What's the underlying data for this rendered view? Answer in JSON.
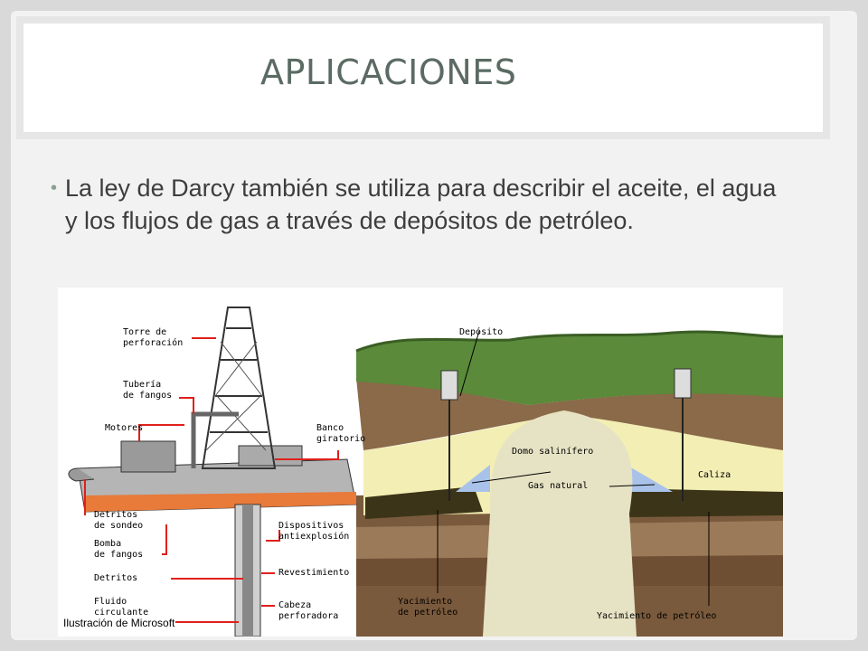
{
  "slide": {
    "title": "APLICACIONES",
    "bullet": "La ley de Darcy también se utiliza para describir el aceite, el agua y los flujos de gas a través de depósitos de petróleo."
  },
  "diagram": {
    "rig_labels": {
      "torre": "Torre de\nperforación",
      "tuberia": "Tubería\nde fangos",
      "motores": "Motores",
      "banco": "Banco\ngiratorio",
      "detritos_sondeo": "Detritos\nde sondeo",
      "bomba": "Bomba\nde fangos",
      "dispositivos": "Dispositivos\nantiexplosión",
      "detritos": "Detritos",
      "revestimiento": "Revestimiento",
      "fluido": "Fluido\ncirculante",
      "cabeza": "Cabeza\nperforadora"
    },
    "geo_labels": {
      "deposito": "Depósito",
      "domo": "Domo salinífero",
      "gas": "Gas natural",
      "caliza": "Caliza",
      "yac1": "Yacimiento\nde petróleo",
      "yac2": "Yacimiento de petróleo"
    },
    "credit": "Ilustración de Microsoft",
    "colors": {
      "ground_green": "#5a8a3a",
      "soil_brown": "#8a6a48",
      "limestone": "#f3eeb4",
      "salt_dome": "#e6e3c4",
      "gas": "#a9c2ea",
      "oil": "#3b3418",
      "leader": "#e0201c"
    }
  }
}
